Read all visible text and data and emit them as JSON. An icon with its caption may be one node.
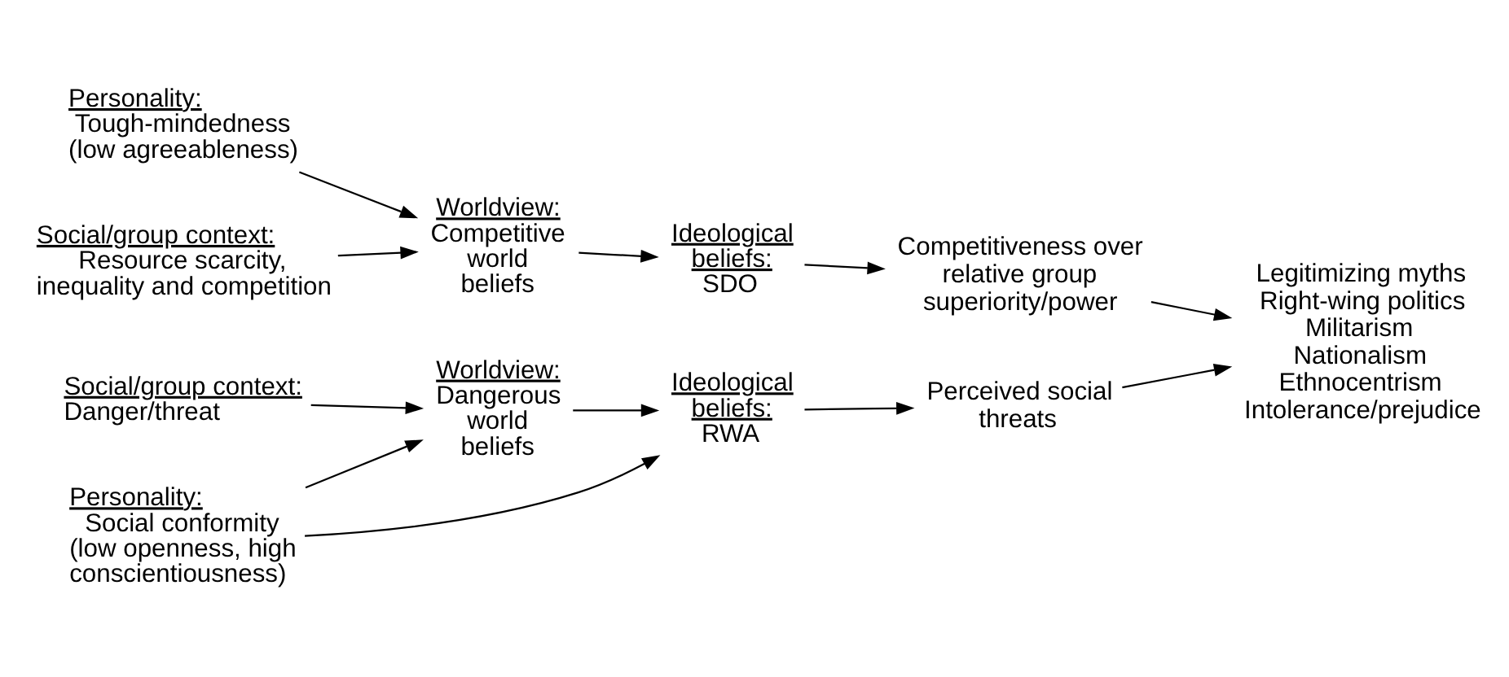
{
  "diagram": {
    "nodes": [
      {
        "text": [
          "Social/group context:",
          "Danger/threat"
        ]
      },
      {
        "text": [
          "Personality:",
          "Social conformity (low openness, high conscientiousness)"
        ]
      },
      {
        "text": [
          "Personality:",
          "Tough-mindedness (low agreeableness)"
        ]
      },
      {
        "text": [
          "Social/group context:",
          "Resource scarcity, inequality and competition"
        ]
      },
      {
        "text": [
          "Worldview:",
          "Dangerous world beliefs"
        ]
      },
      {
        "text": [
          "Worldview:",
          "Competitive world beliefs"
        ]
      },
      {
        "text": [
          "Ideological beliefs:",
          "RWA"
        ]
      },
      {
        "text": [
          "Ideological beliefs:",
          "SDO"
        ]
      },
      {
        "text": [
          "Perceived social threats"
        ]
      },
      {
        "text": [
          "Competitiveness over relative group superiority/power"
        ]
      },
      {
        "text": [
          "Legitimizing myths",
          "Right-wing politics",
          "Militarism",
          "Nationalism",
          "Ethnocentrism",
          "Intolerance/prejudice"
        ]
      }
    ],
    "edges": [
      {
        "from": 0,
        "to": 4,
        "arrow": "to"
      },
      {
        "from": 1,
        "to": 4,
        "arrow": "to"
      },
      {
        "from": 1,
        "to": 6,
        "arrow": "to"
      },
      {
        "from": 2,
        "to": 5,
        "arrow": "to"
      },
      {
        "from": 3,
        "to": 5,
        "arrow": "to"
      },
      {
        "from": 4,
        "to": 6,
        "arrow": "to"
      },
      {
        "from": 5,
        "to": 7,
        "arrow": "to"
      },
      {
        "from": 6,
        "to": 8,
        "arrow": "to"
      },
      {
        "from": 7,
        "to": 9,
        "arrow": "to"
      },
      {
        "from": 8,
        "to": 10,
        "arrow": "to"
      },
      {
        "from": 9,
        "to": 10,
        "arrow": "to"
      }
    ]
  }
}
